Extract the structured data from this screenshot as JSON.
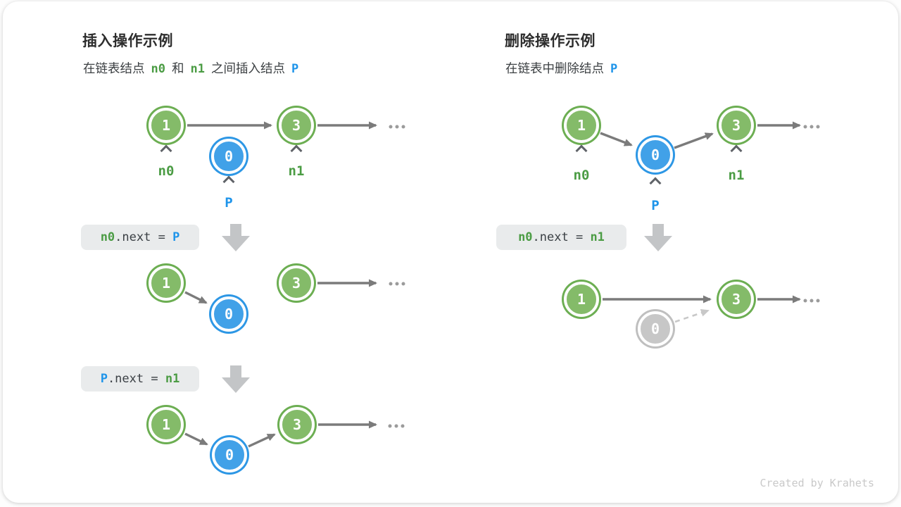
{
  "shared": {
    "node_values": {
      "one": "1",
      "zero": "0",
      "three": "3"
    },
    "labels": {
      "n0": "n0",
      "n1": "n1",
      "p": "P"
    },
    "ellipsis": "...",
    "code_mid": ".next = "
  },
  "left": {
    "title": "插入操作示例",
    "subtitle": {
      "part1": "在链表结点",
      "n0": "n0",
      "part2": "和",
      "n1": "n1",
      "part3": "之间插入结点",
      "p": "P"
    },
    "code1": {
      "head": "n0",
      "mid": ".next = ",
      "tail": "P"
    },
    "code2": {
      "head": "P",
      "mid": ".next = ",
      "tail": "n1"
    }
  },
  "right": {
    "title": "删除操作示例",
    "subtitle": {
      "part1": "在链表中删除结点",
      "p": "P"
    },
    "code1": {
      "head": "n0",
      "mid": ".next = ",
      "tail": "n1"
    }
  },
  "footer": {
    "credit": "Created by Krahets"
  },
  "colors": {
    "node_green": "#84bb69",
    "node_green_ring": "#6cae52",
    "node_blue": "#41a1e8",
    "node_blue_ring": "#2d97e5",
    "node_gray": "#c7c7c7",
    "node_gray_ring": "#bfbfbf",
    "text_green": "#4b9c44",
    "text_blue": "#1e94ea",
    "arrow_gray": "#7b7b7b",
    "dashed_gray": "#c8c8c8",
    "codebox_bg": "#e9ebec",
    "code_text": "#3b4045",
    "block_arrow": "#c3c5c7",
    "credit_text": "#c9c9c9"
  }
}
